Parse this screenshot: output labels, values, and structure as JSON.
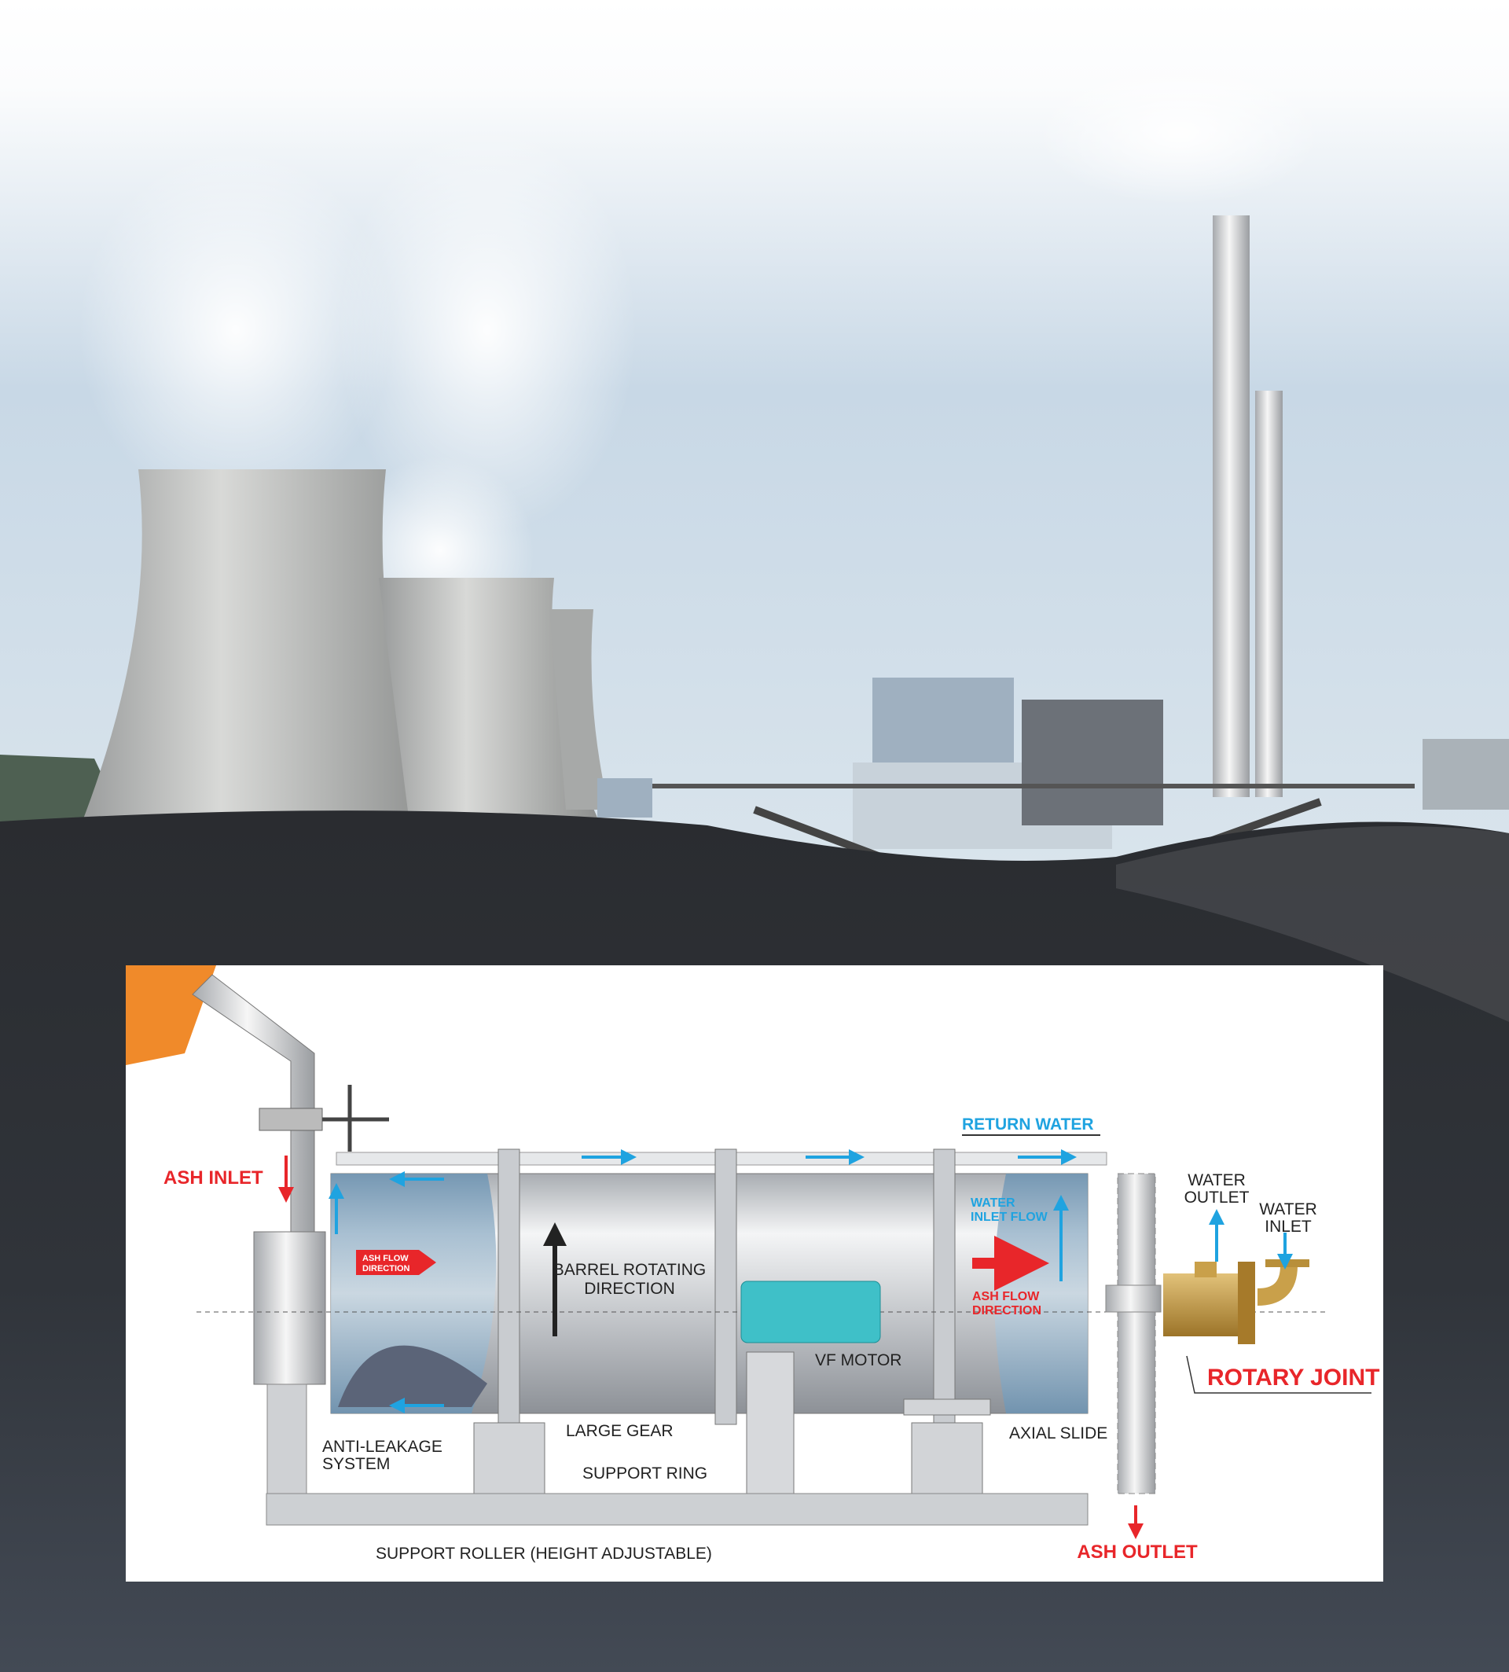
{
  "diagram": {
    "labels": {
      "ash_inlet": "ASH INLET",
      "return_water": "RETURN WATER",
      "water_outlet_1": "WATER",
      "water_outlet_2": "OUTLET",
      "water_inlet_1": "WATER",
      "water_inlet_2": "INLET",
      "water_inlet_flow_1": "WATER",
      "water_inlet_flow_2": "INLET FLOW",
      "ash_flow_left_1": "ASH FLOW",
      "ash_flow_left_2": "DIRECTION",
      "barrel_1": "BARREL ROTATING",
      "barrel_2": "DIRECTION",
      "ash_flow_right_1": "ASH FLOW",
      "ash_flow_right_2": "DIRECTION",
      "vf_motor": "VF MOTOR",
      "rotary_joint": "ROTARY JOINT",
      "anti_leakage_1": "ANTI-LEAKAGE",
      "anti_leakage_2": "SYSTEM",
      "large_gear": "LARGE GEAR",
      "axial_slide": "AXIAL SLIDE",
      "support_ring": "SUPPORT RING",
      "support_roller": "SUPPORT ROLLER (HEIGHT ADJUSTABLE)",
      "ash_outlet": "ASH OUTLET"
    },
    "colors": {
      "ash_red": "#e8262a",
      "water_blue": "#1fa3e0",
      "rotary_joint_brass": "#c9a04a",
      "motor_teal": "#3fc0c8"
    }
  }
}
